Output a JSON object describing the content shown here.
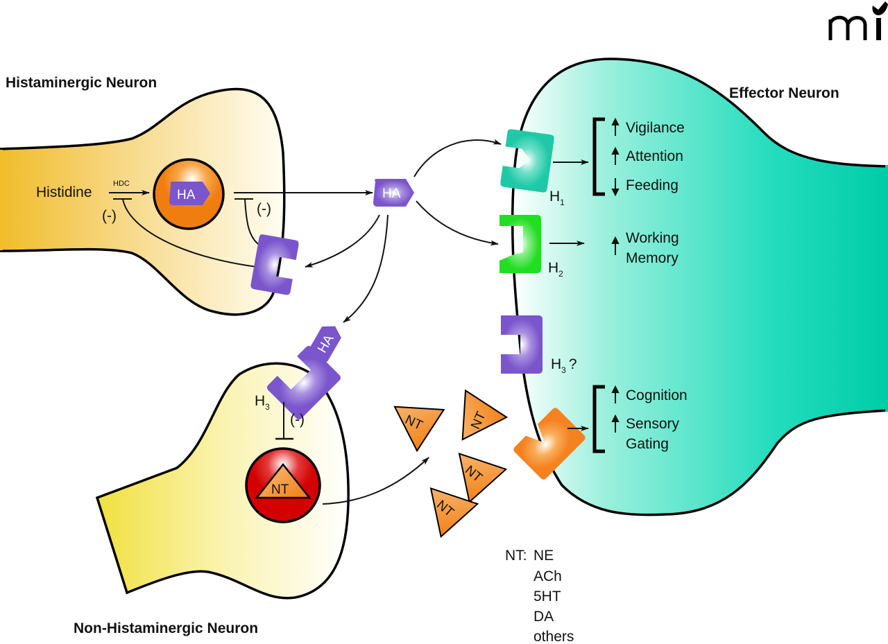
{
  "logo": {
    "text": "mi"
  },
  "neurons": {
    "histaminergic": {
      "title": "Histaminergic Neuron"
    },
    "effector": {
      "title": "Effector Neuron"
    },
    "non_histaminergic": {
      "title": "Non-Histaminergic Neuron"
    }
  },
  "synthesis": {
    "precursor": "Histidine",
    "enzyme": "HDC",
    "product": "HA",
    "inhibition_left": "(-)",
    "inhibition_right": "(-)"
  },
  "released_molecule": "HA",
  "bound_molecule": "HA",
  "receptors": {
    "h1": {
      "label": "H",
      "sub": "1",
      "color": "#1fc9a8"
    },
    "h2": {
      "label": "H",
      "sub": "2",
      "color": "#22dd22"
    },
    "h3_effector": {
      "label": "H",
      "sub": "3",
      "suffix": "?",
      "color": "#7a55cc"
    },
    "h3_presynaptic": {
      "label": "H",
      "sub": "3",
      "inhibition": "(-)",
      "color": "#7a55cc"
    },
    "nt_receptor": {
      "color": "#f58220"
    }
  },
  "effects": {
    "h1": [
      {
        "direction": "up",
        "label": "Vigilance"
      },
      {
        "direction": "up",
        "label": "Attention"
      },
      {
        "direction": "down",
        "label": "Feeding"
      }
    ],
    "h2": [
      {
        "direction": "up",
        "label": "Working",
        "label2": "Memory"
      }
    ],
    "nt": [
      {
        "direction": "up",
        "label": "Cognition"
      },
      {
        "direction": "up",
        "label": "Sensory",
        "label2": "Gating"
      }
    ]
  },
  "nt_vesicle": {
    "label": "NT"
  },
  "nt_molecules": [
    "NT",
    "NT",
    "NT",
    "NT"
  ],
  "nt_legend": {
    "prefix": "NT:",
    "items": [
      "NE",
      "ACh",
      "5HT",
      "DA",
      "others"
    ]
  },
  "colors": {
    "histaminergic_fill": "#f2c12e",
    "non_histaminergic_fill": "#f2e24a",
    "effector_fill": "#00ccaa",
    "vesicle_orange": "#f07d10",
    "vesicle_red": "#d40000",
    "ha_purple": "#7a55cc"
  }
}
